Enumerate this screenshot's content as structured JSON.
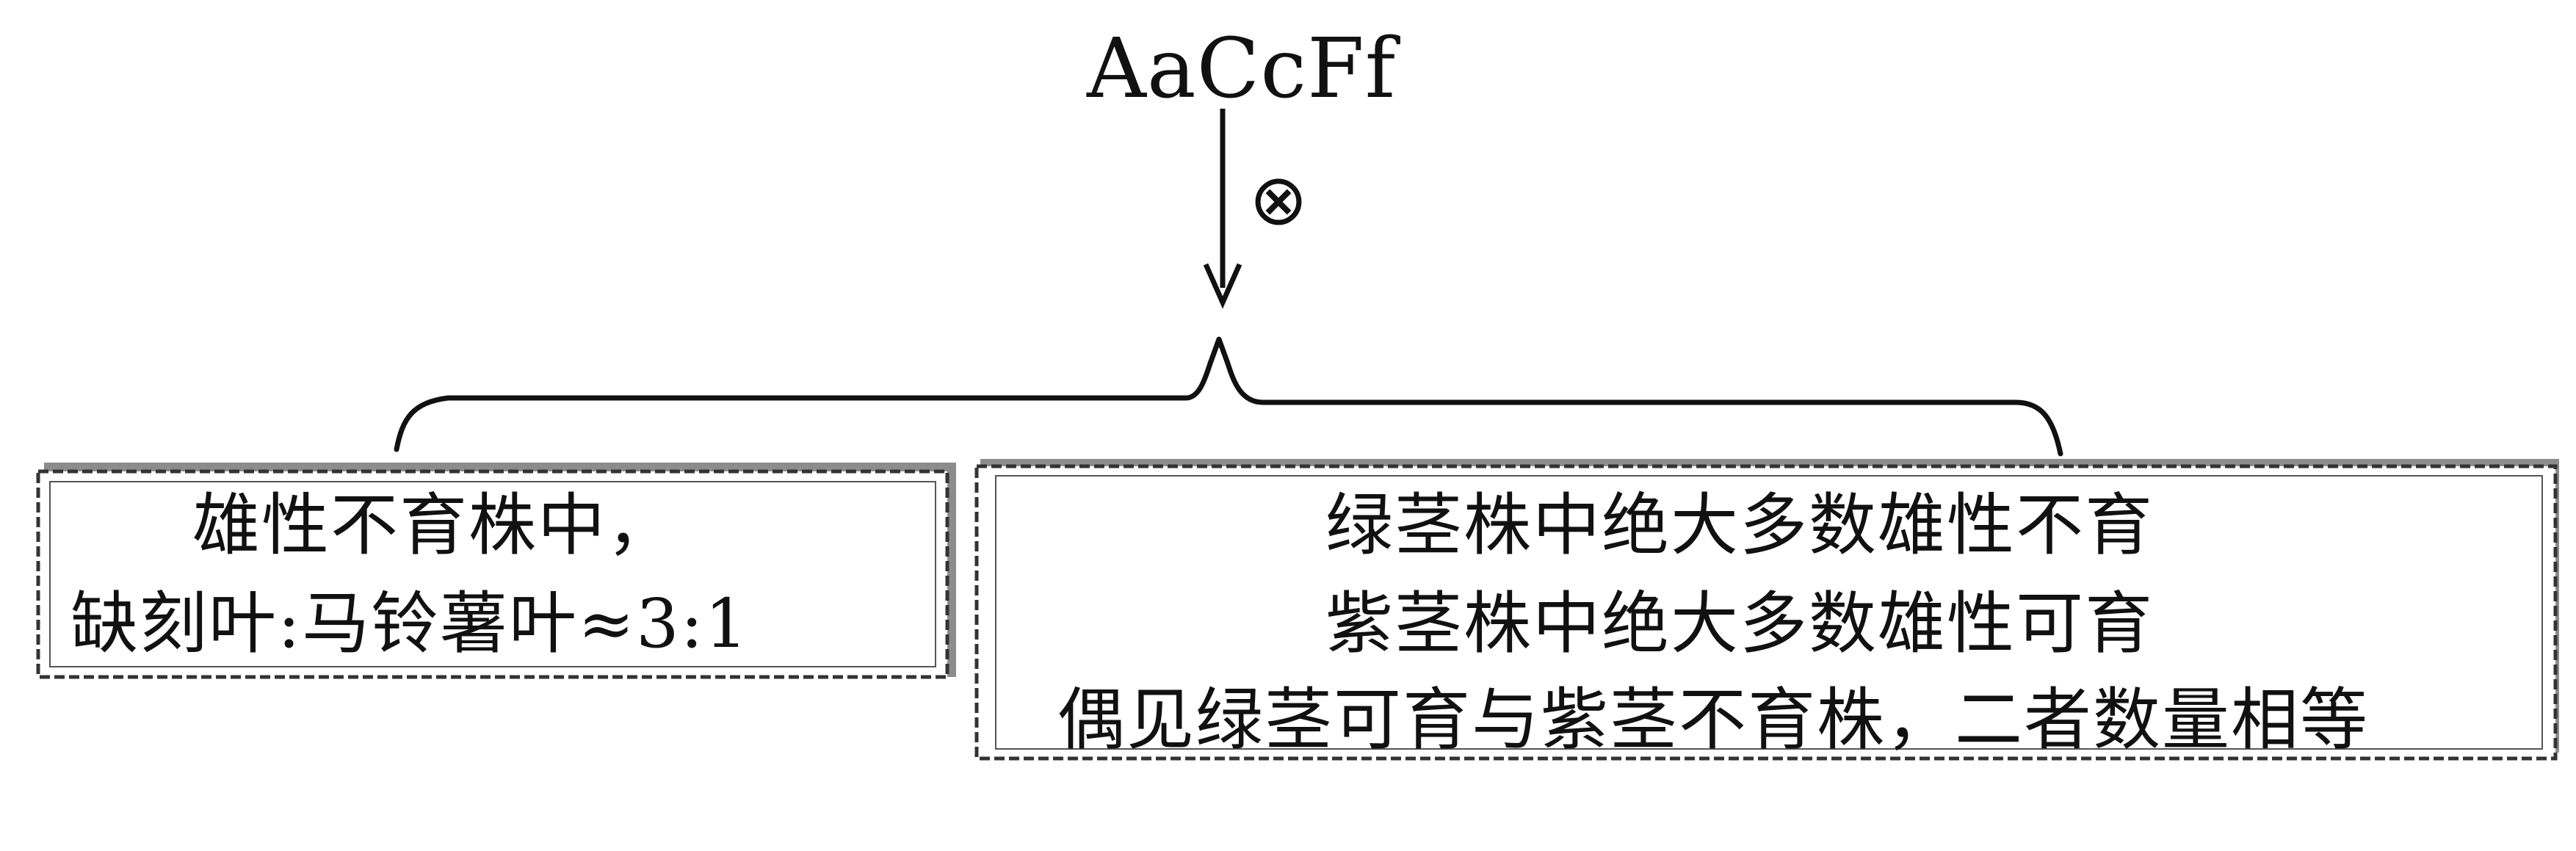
{
  "parent": {
    "genotype": "AaCcFf",
    "cross_symbol": "⊗"
  },
  "left_box": {
    "line1": "雄性不育株中，",
    "line2": "缺刻叶:马铃薯叶≈3:1"
  },
  "right_box": {
    "line1": "绿茎株中绝大多数雄性不育",
    "line2": "紫茎株中绝大多数雄性可育",
    "line3": "偶见绿茎可育与紫茎不育株，二者数量相等"
  },
  "colors": {
    "ink": "#111111",
    "box_shadow": "#8c8c8c",
    "background": "#ffffff"
  }
}
